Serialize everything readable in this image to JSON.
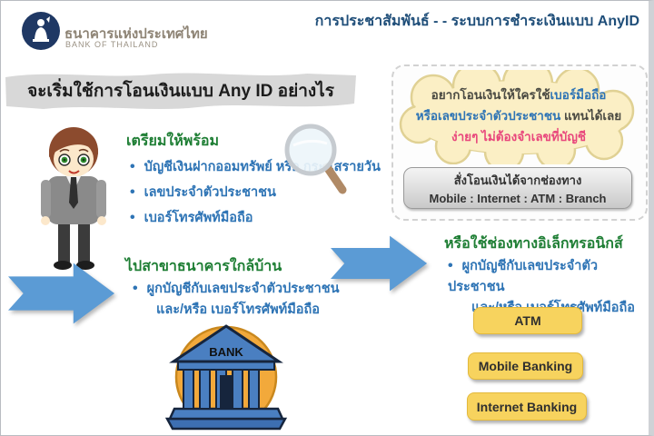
{
  "header": {
    "org_thai": "ธนาคารแห่งประเทศไทย",
    "org_english": "BANK OF THAILAND",
    "title": "การประชาสัมพันธ์ - - ระบบการชำระเงินแบบ AnyID"
  },
  "banner": {
    "text": "จะเริ่มใช้การโอนเงินแบบ Any ID อย่างไร"
  },
  "prepare": {
    "heading": "เตรียมให้พร้อม",
    "bullets": [
      "บัญชีเงินฝากออมทรัพย์  หรือ  กระแสรายวัน",
      "เลขประจำตัวประชาชน",
      "เบอร์โทรศัพท์มือถือ"
    ]
  },
  "branch": {
    "heading": "ไปสาขาธนาคารใกล้บ้าน",
    "bullet_line1": "ผูกบัญชีกับเลขประจำตัวประชาชน",
    "bullet_line2": "และ/หรือ  เบอร์โทรศัพท์มือถือ"
  },
  "electronic": {
    "heading": "หรือใช้ช่องทางอิเล็กทรอนิกส์",
    "bullet_line1": "ผูกบัญชีกับเลขประจำตัวประชาชน",
    "bullet_line2": "และ/หรือ  เบอร์โทรศัพท์มือถือ",
    "buttons": [
      "ATM",
      "Mobile Banking",
      "Internet Banking"
    ]
  },
  "callout": {
    "line1_dark": "อยากโอนเงินให้ใครใช้",
    "line1_blue": "เบอร์มือถือ",
    "line2_blue": "หรือเลขประจำตัวประชาชน",
    "line2_dark": " แทนได้เลย",
    "line3_pink": "ง่ายๆ  ไม่ต้องจำเลขที่บัญชี",
    "box_line1": "สั่งโอนเงินได้จากช่องทาง",
    "box_line2": "Mobile : Internet : ATM : Branch"
  },
  "bank_icon": {
    "label": "BANK"
  },
  "colors": {
    "title_navy": "#1f4e79",
    "heading_green": "#1e7e34",
    "body_blue": "#2e74b5",
    "arrow_blue": "#5b9bd5",
    "bubble_cream": "#fbefc5",
    "highlight_pink": "#e8467c",
    "button_yellow": "#f7d35e",
    "ribbon_gray": "#d8d8d8"
  }
}
